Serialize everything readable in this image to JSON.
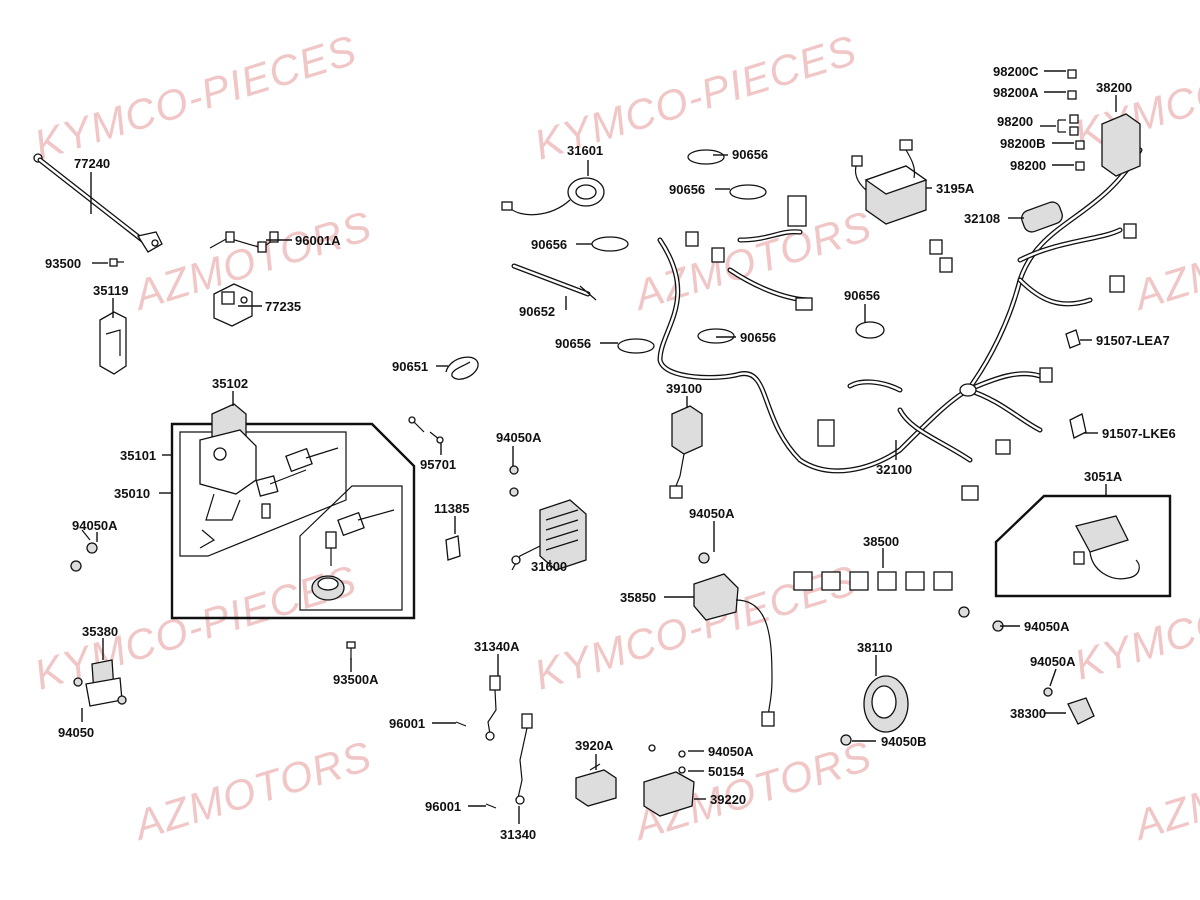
{
  "watermarks": [
    {
      "text": "KYMCO-PIECES"
    },
    {
      "text": "KYMCO-PIECES"
    },
    {
      "text": "KYMCO"
    },
    {
      "text": "AZMOTORS"
    },
    {
      "text": "AZMOTORS"
    },
    {
      "text": "AZM"
    },
    {
      "text": "KYMCO-PIECES"
    },
    {
      "text": "KYMCO-PIECES"
    },
    {
      "text": "KYMCO"
    },
    {
      "text": "AZMOTORS"
    },
    {
      "text": "AZMOTORS"
    },
    {
      "text": "AZM"
    }
  ],
  "parts": [
    {
      "label": "77240"
    },
    {
      "label": "96001A"
    },
    {
      "label": "93500"
    },
    {
      "label": "35119"
    },
    {
      "label": "77235"
    },
    {
      "label": "35102"
    },
    {
      "label": "35101"
    },
    {
      "label": "35010"
    },
    {
      "label": "94050A"
    },
    {
      "label": "95701"
    },
    {
      "label": "90651"
    },
    {
      "label": "11385"
    },
    {
      "label": "93500A"
    },
    {
      "label": "35380"
    },
    {
      "label": "94050"
    },
    {
      "label": "31601"
    },
    {
      "label": "90656"
    },
    {
      "label": "90656"
    },
    {
      "label": "90656"
    },
    {
      "label": "90652"
    },
    {
      "label": "90656"
    },
    {
      "label": "90656"
    },
    {
      "label": "90656"
    },
    {
      "label": "39100"
    },
    {
      "label": "94050A"
    },
    {
      "label": "31600"
    },
    {
      "label": "94050A"
    },
    {
      "label": "35850"
    },
    {
      "label": "31340A"
    },
    {
      "label": "96001"
    },
    {
      "label": "96001"
    },
    {
      "label": "31340"
    },
    {
      "label": "3920A"
    },
    {
      "label": "94050A"
    },
    {
      "label": "50154"
    },
    {
      "label": "39220"
    },
    {
      "label": "98200C"
    },
    {
      "label": "98200A"
    },
    {
      "label": "38200"
    },
    {
      "label": "98200"
    },
    {
      "label": "98200B"
    },
    {
      "label": "98200"
    },
    {
      "label": "3195A"
    },
    {
      "label": "32108"
    },
    {
      "label": "91507-LEA7"
    },
    {
      "label": "91507-LKE6"
    },
    {
      "label": "32100"
    },
    {
      "label": "3051A"
    },
    {
      "label": "38500"
    },
    {
      "label": "94050A"
    },
    {
      "label": "38110"
    },
    {
      "label": "94050A"
    },
    {
      "label": "38300"
    },
    {
      "label": "94050B"
    }
  ]
}
